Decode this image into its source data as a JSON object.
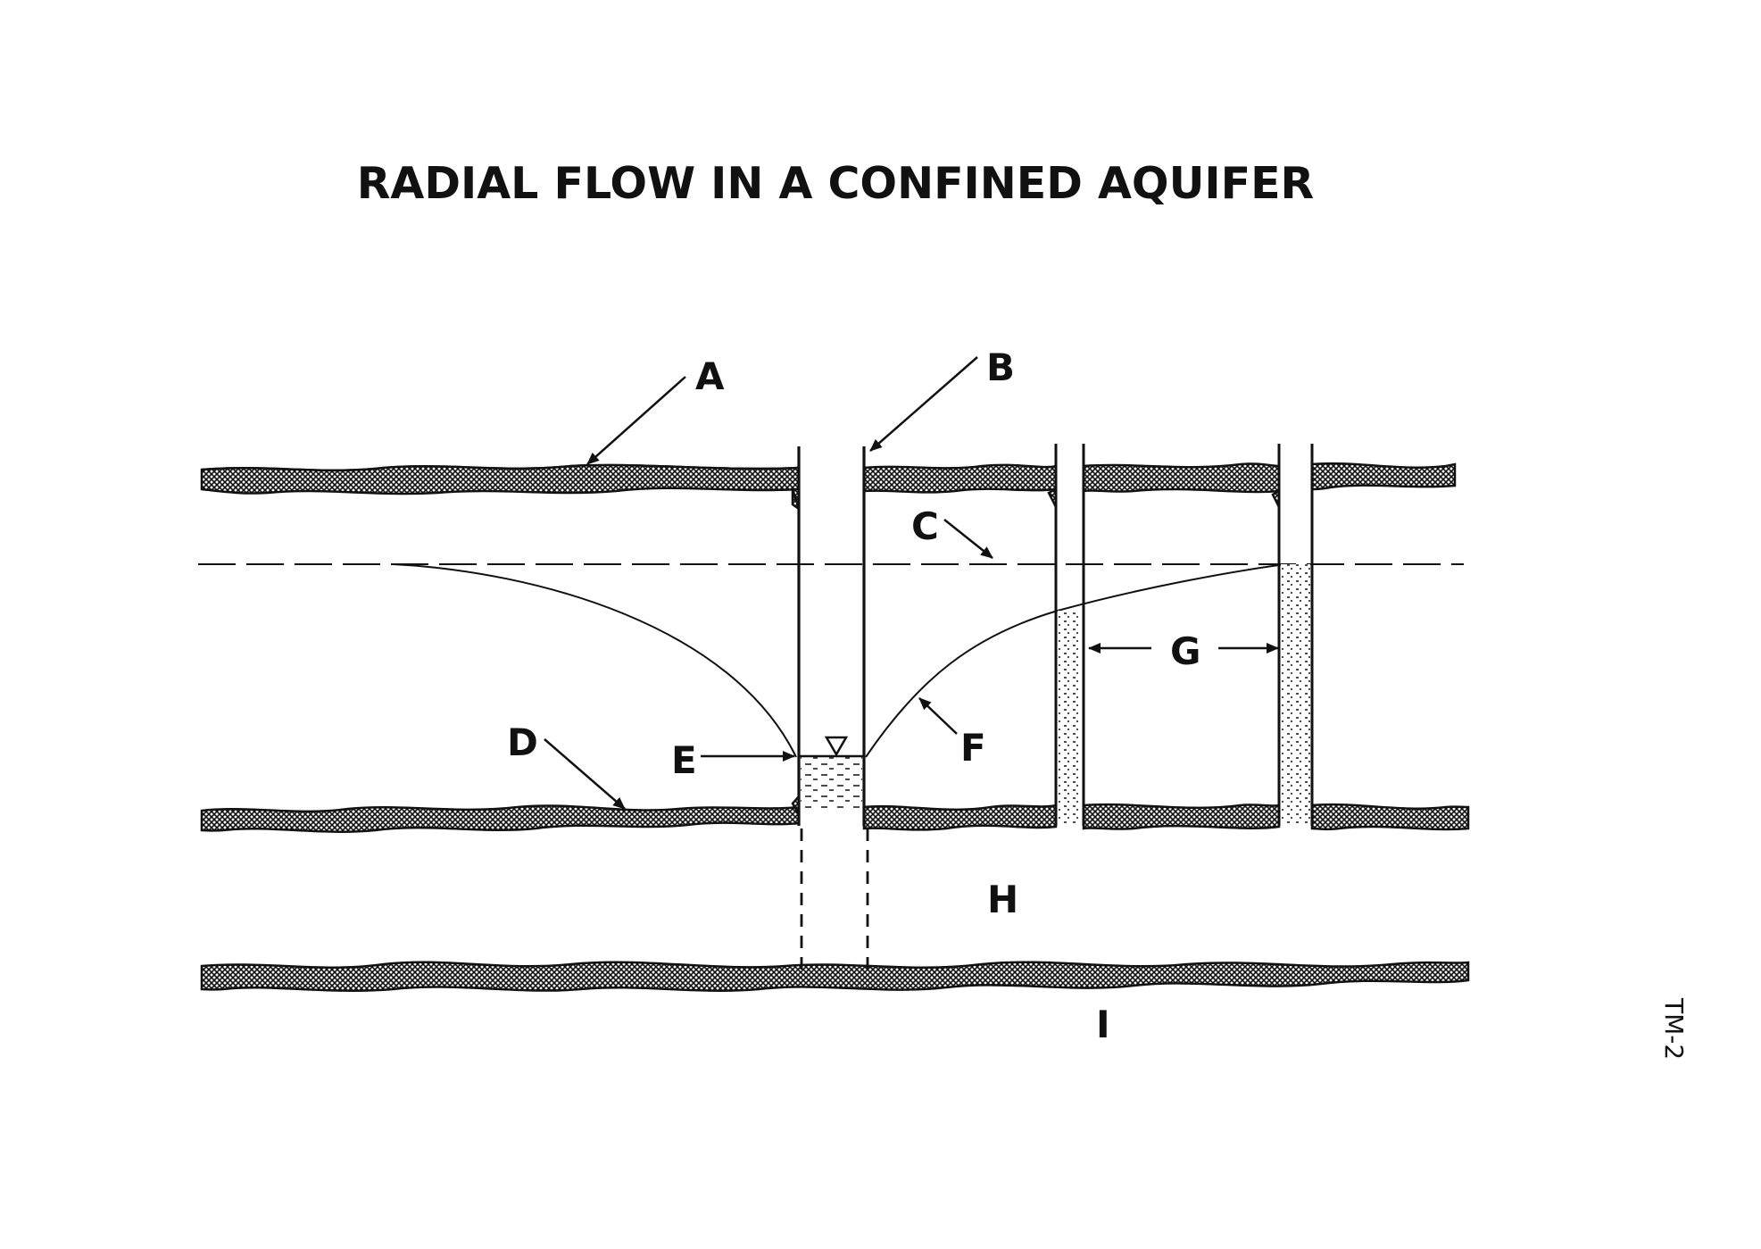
{
  "title": "RADIAL FLOW IN A CONFINED AQUIFER",
  "labels": {
    "A": "A",
    "B": "B",
    "C": "C",
    "D": "D",
    "E": "E",
    "F": "F",
    "G": "G",
    "H": "H",
    "I": "I"
  },
  "page_tag": "TM-2",
  "colors": {
    "ink": "#111111",
    "paper": "#ffffff"
  }
}
